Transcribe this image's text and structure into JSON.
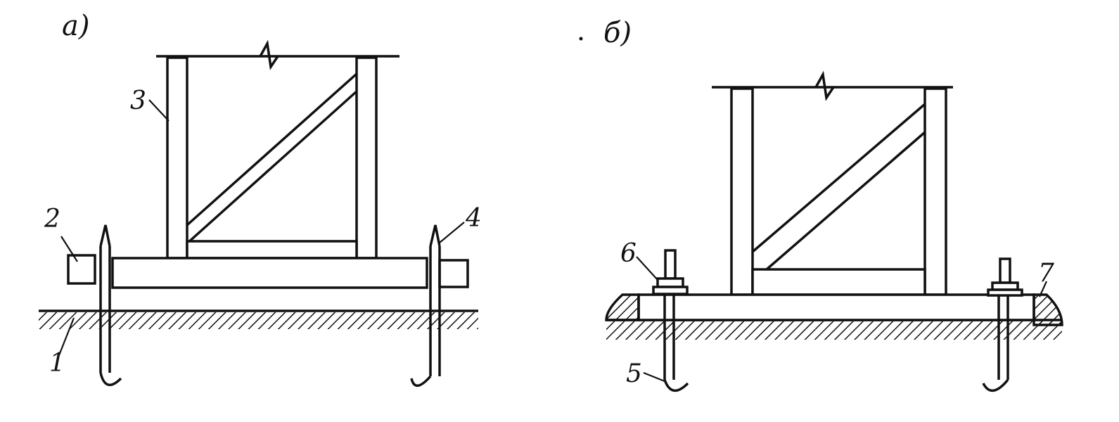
{
  "panels": {
    "a": {
      "title": "а)",
      "callouts": [
        "1",
        "2",
        "3",
        "4"
      ]
    },
    "b": {
      "title": "б)",
      "callouts": [
        "5",
        "6",
        "7"
      ]
    }
  }
}
